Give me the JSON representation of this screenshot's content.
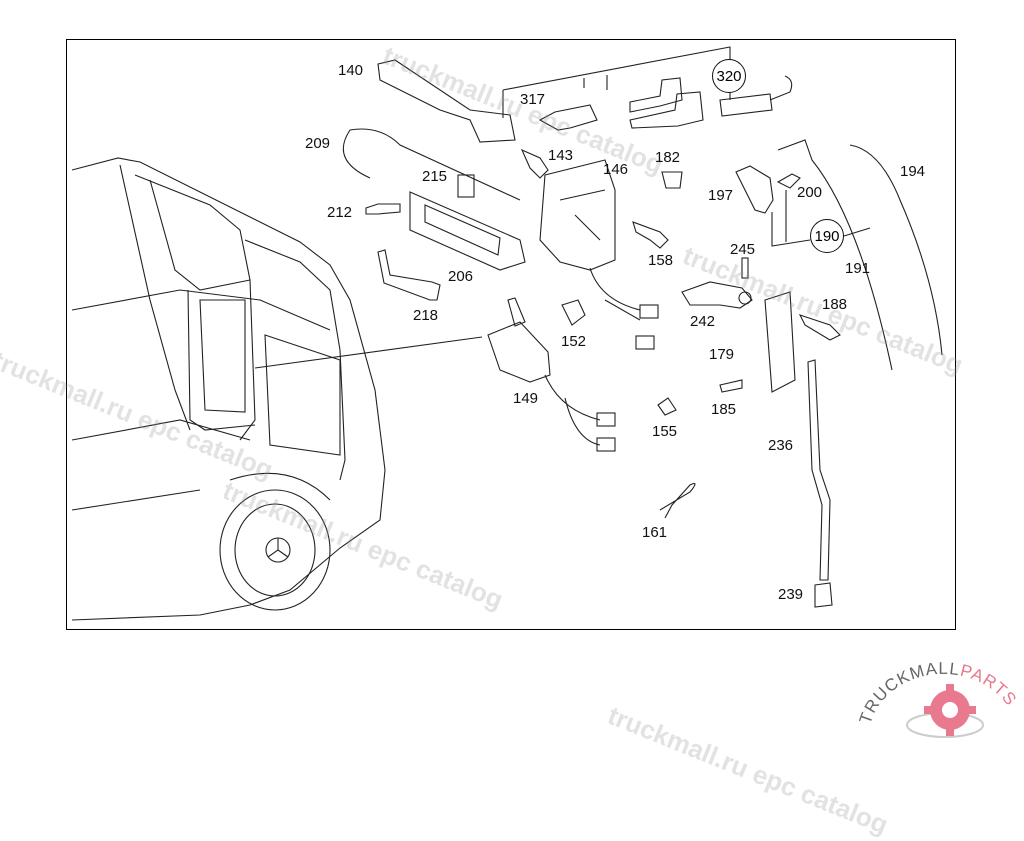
{
  "callouts": [
    "140",
    "317",
    "320",
    "209",
    "143",
    "146",
    "182",
    "194",
    "215",
    "212",
    "197",
    "200",
    "190",
    "206",
    "158",
    "245",
    "191",
    "218",
    "242",
    "188",
    "152",
    "179",
    "149",
    "185",
    "155",
    "236",
    "161",
    "239"
  ],
  "watermark": "truckmall.ru epc catalog",
  "logo": {
    "text_dark": "TRUCKMALL",
    "text_accent": "PARTS",
    "accent_color": "#e8798f",
    "dark_color": "#666666"
  }
}
